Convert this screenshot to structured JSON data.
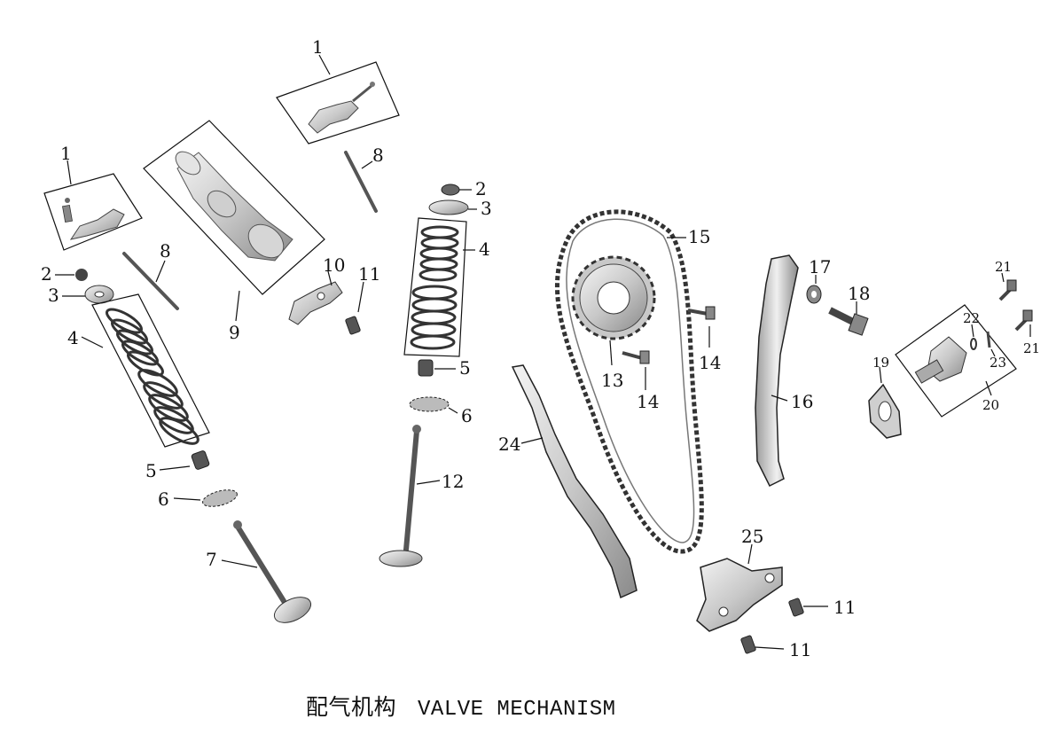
{
  "caption": {
    "zh": "配气机构",
    "en": "VALVE MECHANISM"
  },
  "callouts": {
    "rocker_left": "1",
    "rocker_top": "1",
    "cotter_left": "2",
    "retainer_left": "3",
    "spring_left": "4",
    "seal_left": "5",
    "seat_left": "6",
    "valve_left": "7",
    "pushrod_left": "8",
    "pushrod_top": "8",
    "camshaft": "9",
    "bracket": "10",
    "bolt_upper": "11",
    "cotter_mid": "2",
    "retainer_mid": "3",
    "spring_mid": "4",
    "seal_mid": "5",
    "seat_mid": "6",
    "valve_mid": "12",
    "sprocket": "13",
    "bolt_upper14": "14",
    "bolt_lower14": "14",
    "chain": "15",
    "guide": "16",
    "washer": "17",
    "tensioner_bolt": "18",
    "gasket": "19",
    "tensioner": "20",
    "screw_top": "21",
    "screw_right": "21",
    "spring22": "22",
    "pin23": "23",
    "chain_guide": "24",
    "plate": "25",
    "bolt_plate_a": "11",
    "bolt_plate_b": "11"
  },
  "colors": {
    "ink": "#111111",
    "part_fill": "#d9d9d9",
    "part_dark": "#7a7a7a"
  }
}
